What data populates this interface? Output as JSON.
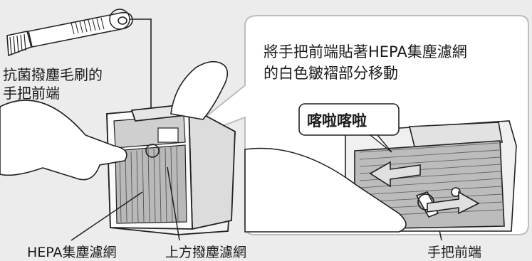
{
  "labels": {
    "brush_handle_line1": "抗菌撥塵毛刷的",
    "brush_handle_line2": "手把前端",
    "hepa_filter": "HEPA集塵濾網",
    "upper_dust_filter": "上方撥塵濾網",
    "handle_tip": "手把前端"
  },
  "callout": {
    "instruction_line1": "將手把前端貼著HEPA集塵濾網",
    "instruction_line2": "的白色皺褶部分移動",
    "sound": "喀啦喀啦"
  },
  "colors": {
    "background": "#ececec",
    "callout_fill": "#ffffff",
    "outline": "#222222",
    "filter_gray": "#b9b9b9",
    "arrow_fill": "#e0e0e0"
  }
}
